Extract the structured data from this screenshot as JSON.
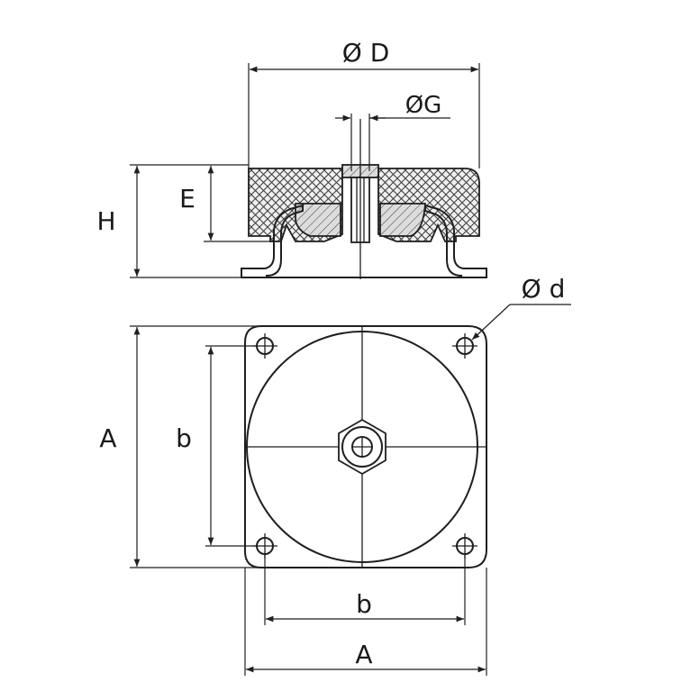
{
  "labels": {
    "dia_D": "Ø D",
    "dia_G": "ØG",
    "height_H": "H",
    "height_E": "E",
    "hole_d": "Ø d",
    "side_A_left": "A",
    "side_b_left": "b",
    "side_b_bottom": "b",
    "side_A_bottom": "A"
  },
  "colors": {
    "line": "#1f1f1f",
    "background": "#ffffff"
  }
}
